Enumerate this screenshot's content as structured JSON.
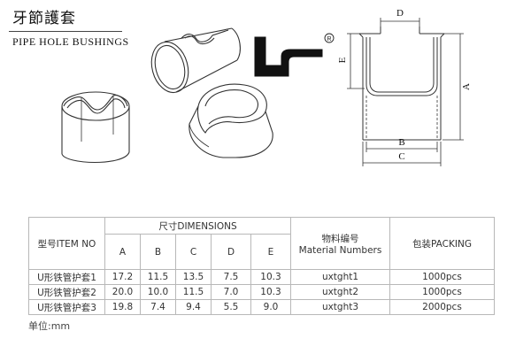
{
  "header": {
    "title_cn": "牙節護套",
    "title_en": "PIPE HOLE BUSHINGS"
  },
  "drawing": {
    "registered_mark": "R",
    "labels": {
      "a": "A",
      "b": "B",
      "c": "C",
      "d": "D",
      "e": "E"
    }
  },
  "table": {
    "item_header": "型号ITEM NO",
    "dimensions_header": "尺寸DIMENSIONS",
    "material_header_cn": "物料编号",
    "material_header_en": "Material Numbers",
    "packing_header": "包装PACKING",
    "dim_columns": [
      "A",
      "B",
      "C",
      "D",
      "E"
    ],
    "rows": [
      {
        "item": "U形铁管护套1",
        "a": "17.2",
        "b": "11.5",
        "c": "13.5",
        "d": "7.5",
        "e": "10.3",
        "material": "uxtght1",
        "packing": "1000pcs"
      },
      {
        "item": "U形铁管护套2",
        "a": "20.0",
        "b": "10.0",
        "c": "11.5",
        "d": "7.0",
        "e": "10.3",
        "material": "uxtght2",
        "packing": "1000pcs"
      },
      {
        "item": "U形铁管护套3",
        "a": "19.8",
        "b": "7.4",
        "c": "9.4",
        "d": "5.5",
        "e": "9.0",
        "material": "uxtght3",
        "packing": "2000pcs"
      }
    ]
  },
  "unit_note": "单位:mm"
}
